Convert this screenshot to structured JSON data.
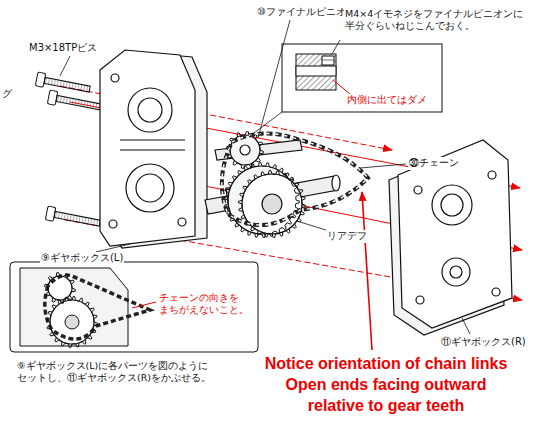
{
  "diagram": {
    "labels": [
      "M3×18TPビス",
      "グ",
      "⑩ファイナルピニオン",
      "M4×4イモネジをファイナルピニオンに 半分ぐらいねじこんでおく。",
      "内側に出てはダメ",
      "㉚チェーン",
      "⑨ギヤボックス(L)",
      "リアデフ",
      "⑪ギヤボックス(R)",
      "チェーンの向きを まちがえないこと。",
      "⑨ギヤボックス(L)に各パーツを図のように セットし、⑪ギヤボックス(R)をかぶせる。",
      "Notice orientation of chain links Open ends facing outward relative to gear teeth"
    ]
  }
}
